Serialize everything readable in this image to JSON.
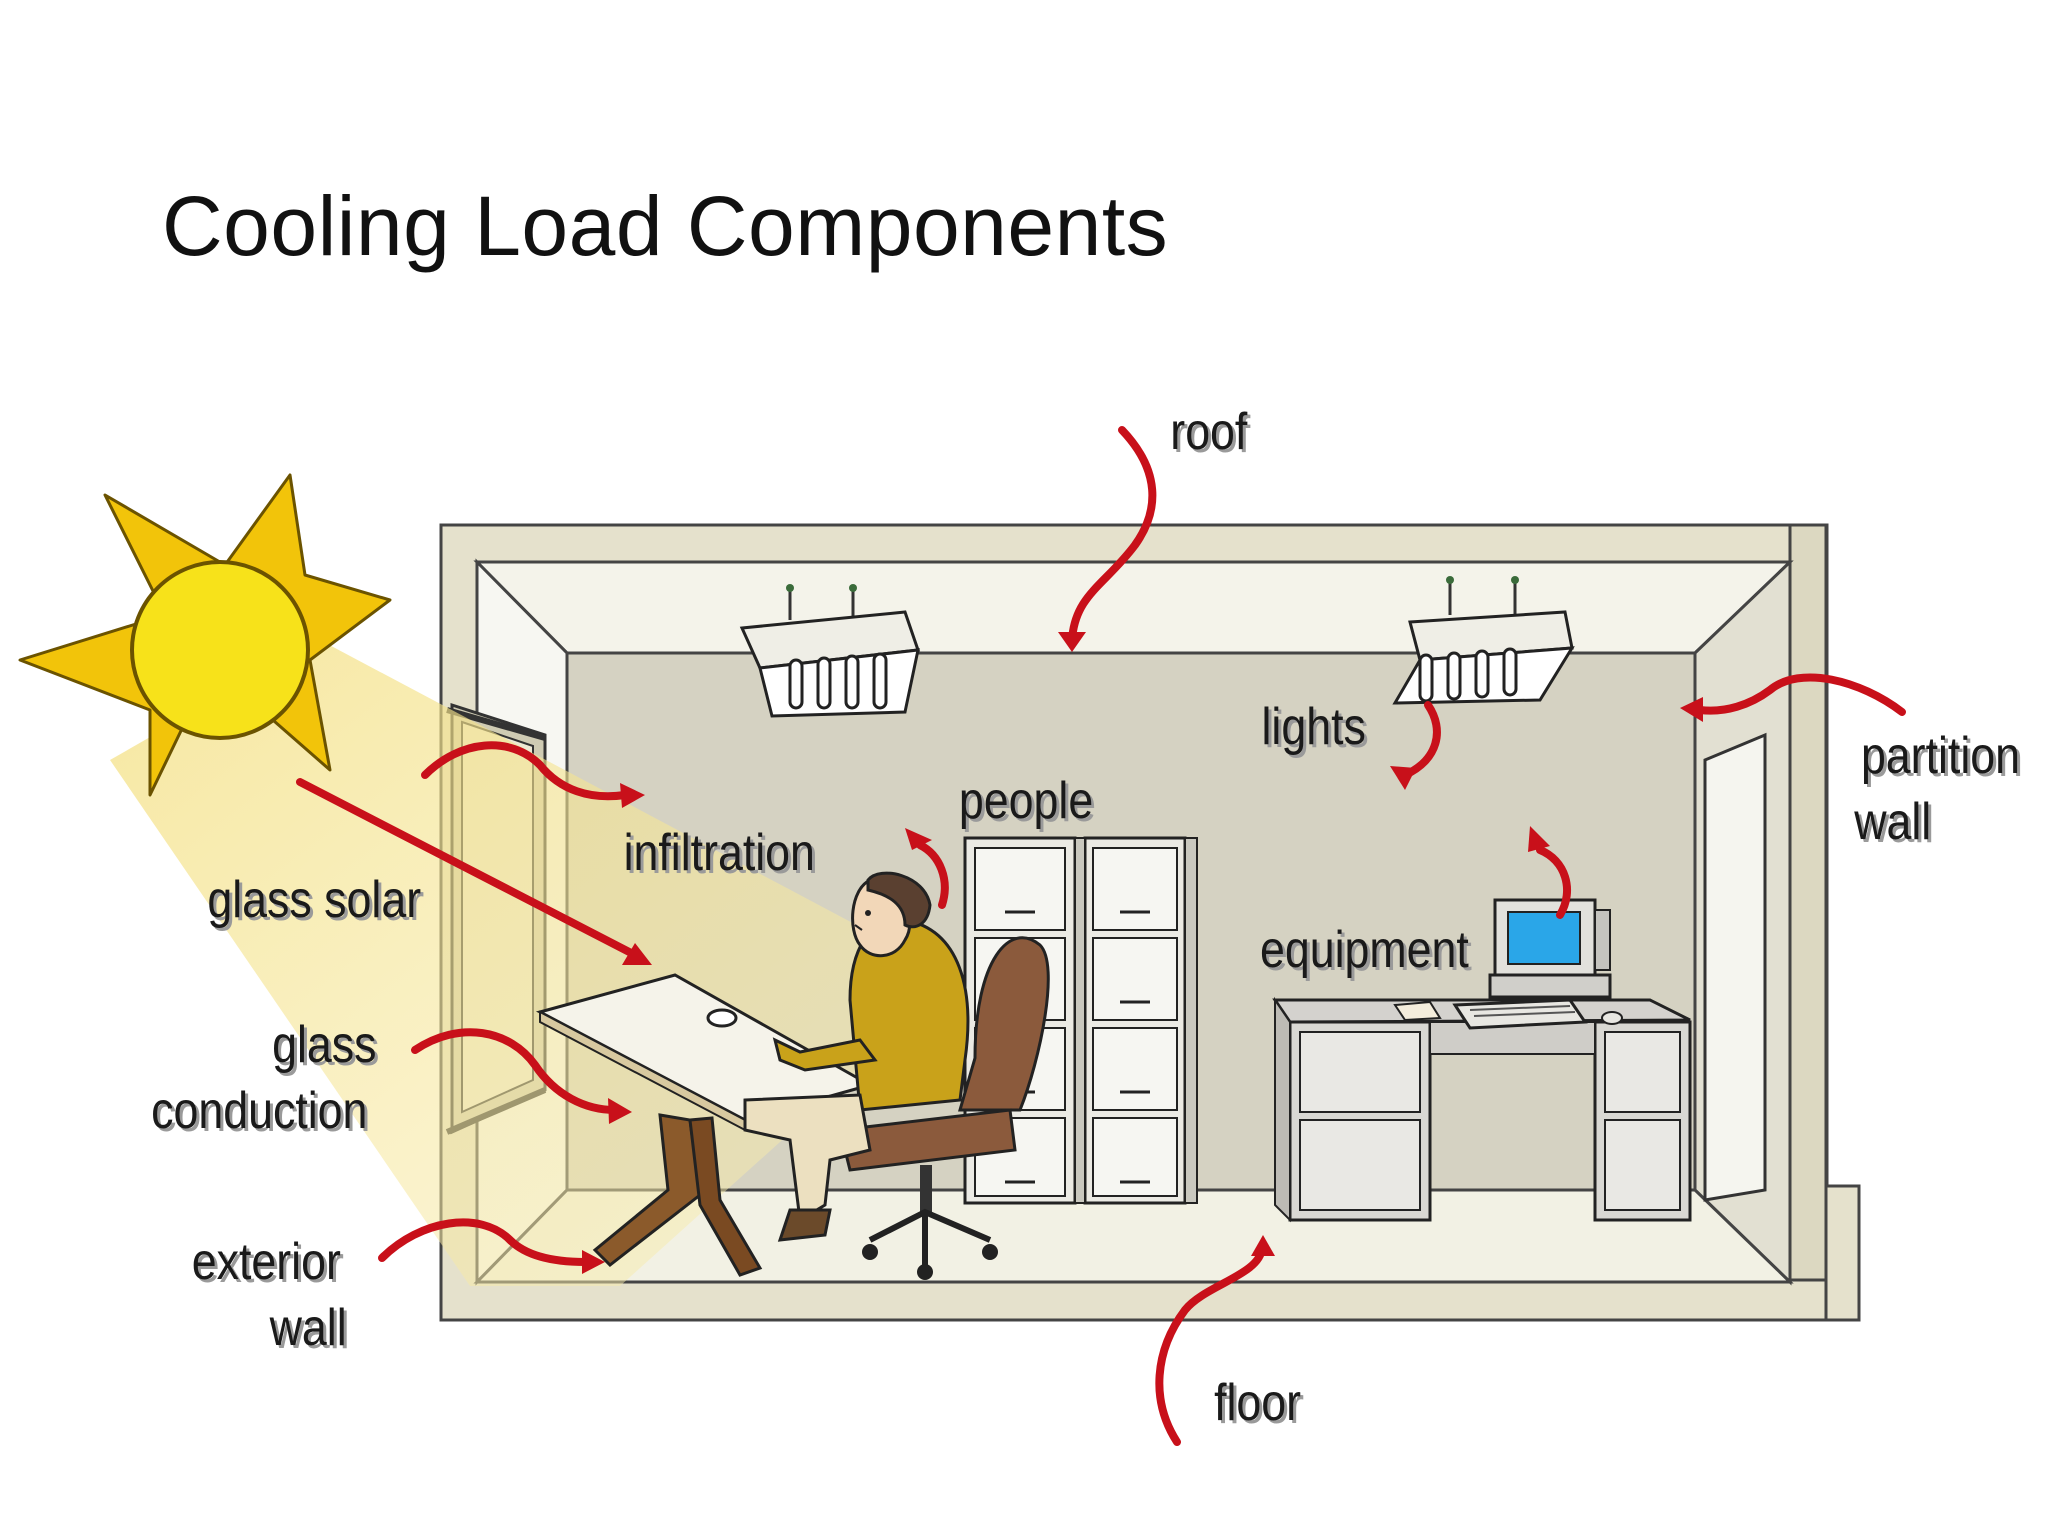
{
  "slide": {
    "title": "Cooling Load Components"
  },
  "labels": {
    "roof": "roof",
    "lights": "lights",
    "people": "people",
    "infiltration": "infiltration",
    "glass_solar": "glass solar",
    "glass": "glass",
    "conduction": "conduction",
    "exterior": "exterior",
    "wall_exterior": "wall",
    "equipment": "equipment",
    "partition": "partition",
    "wall_partition": "wall",
    "floor": "floor"
  },
  "colors": {
    "arrow": "#c8101a",
    "sun": "#f2c40a",
    "sun_core": "#f7e21a",
    "sunbeam": "#f6e89a",
    "wall": "#e5e1cc",
    "room_back": "#d5d2c2",
    "monitor_screen": "#2aa6e8"
  }
}
